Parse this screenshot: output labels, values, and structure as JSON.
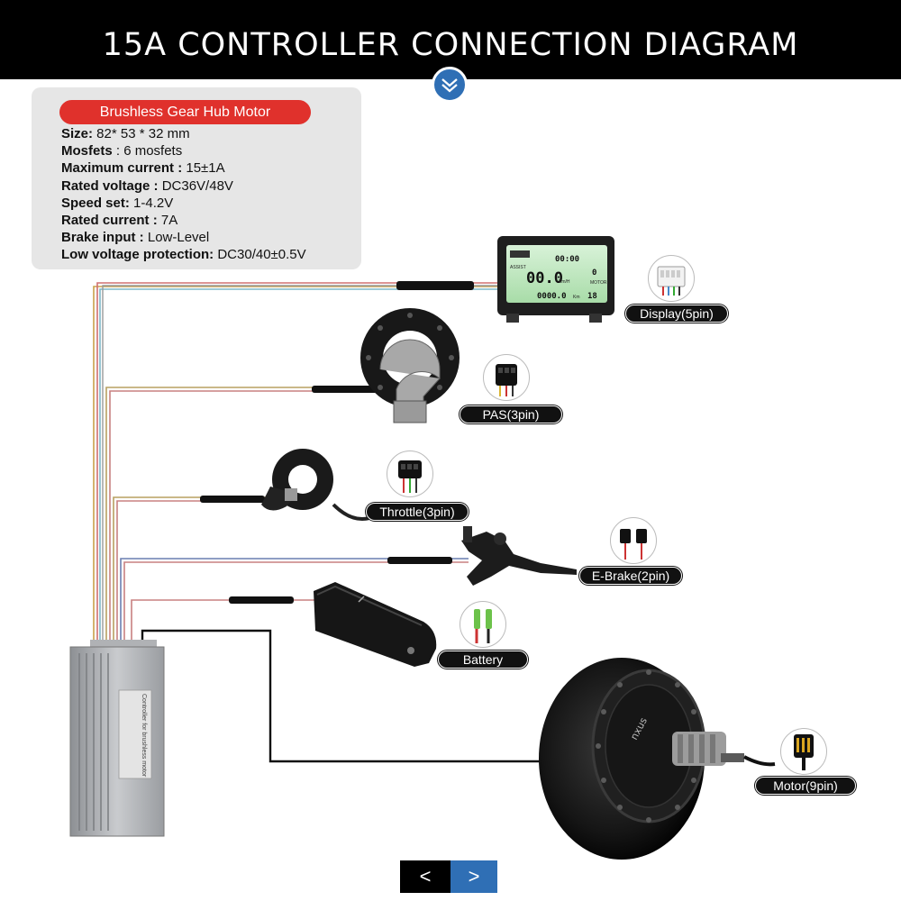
{
  "header": {
    "title": "15A CONTROLLER CONNECTION DIAGRAM"
  },
  "spec_card": {
    "title": "Brushless Gear Hub Motor",
    "rows": [
      {
        "label": "Size:",
        "value": " 82* 53 * 32 mm"
      },
      {
        "label": "Mosfets",
        "value": " : 6 mosfets"
      },
      {
        "label": "Maximum current :",
        "value": " 15±1A"
      },
      {
        "label": "Rated voltage :",
        "value": " DC36V/48V"
      },
      {
        "label": "Speed set:",
        "value": " 1-4.2V"
      },
      {
        "label": "Rated current :",
        "value": " 7A"
      },
      {
        "label": "Brake input :",
        "value": " Low-Level"
      },
      {
        "label": "Low voltage protection:",
        "value": " DC30/40±0.5V"
      }
    ]
  },
  "components": {
    "display": {
      "label": "Display(5pin)",
      "screen": {
        "assist": "ASSIST",
        "speed": "00.0",
        "clock": "00:00",
        "km": "Km/H",
        "level": "0",
        "odo": "0000.0",
        "temp": "18",
        "motor": "MOTOR",
        "unit": "Km"
      }
    },
    "pas": {
      "label": "PAS(3pin)"
    },
    "throttle": {
      "label": "Throttle(3pin)"
    },
    "ebrake": {
      "label": "E-Brake(2pin)"
    },
    "battery": {
      "label": "Battery"
    },
    "motor": {
      "label": "Motor(9pin)",
      "hub_brand": "nxus"
    }
  },
  "controller": {
    "sticker": "Controller for brushless motor"
  },
  "nav": {
    "prev": "<",
    "next": ">"
  },
  "colors": {
    "header": "#000000",
    "accent_blue": "#2f6fb5",
    "title_red": "#e0312c",
    "card_gray": "#e6e6e6"
  }
}
